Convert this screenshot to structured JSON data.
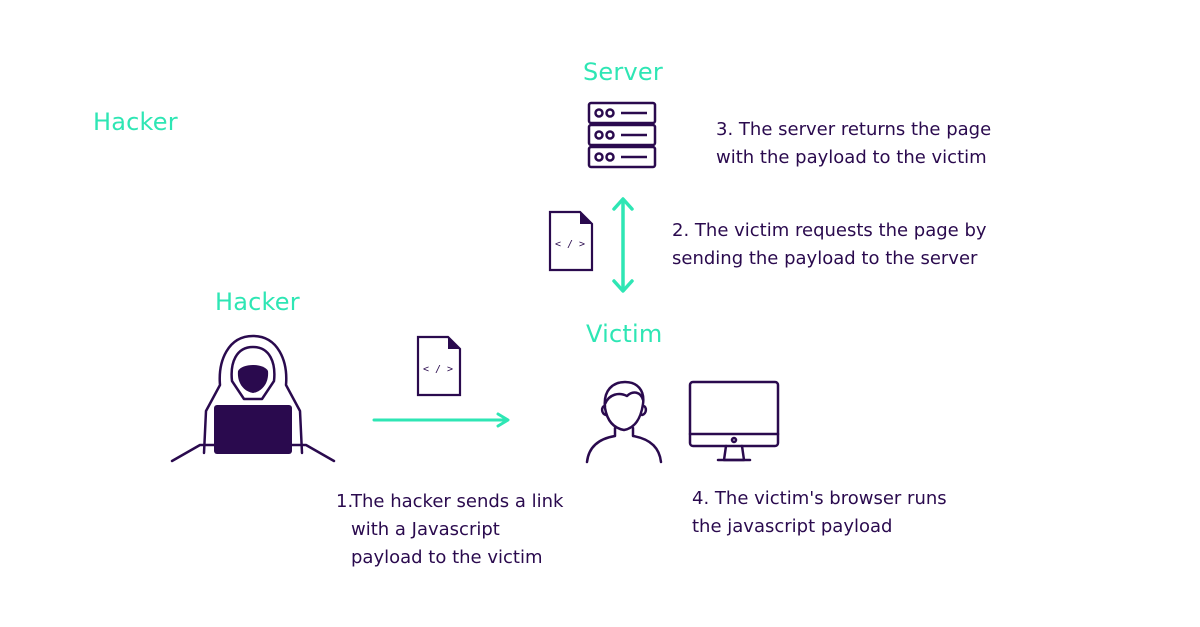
{
  "colors": {
    "accent": "#2ee6b4",
    "ink": "#2a0a4e",
    "background": "#ffffff"
  },
  "labels": {
    "hacker_top": "Hacker",
    "server": "Server",
    "hacker": "Hacker",
    "victim": "Victim"
  },
  "steps": [
    {
      "number": "1.",
      "lines": [
        "The hacker sends a link",
        "with a Javascript",
        "payload to the victim"
      ]
    },
    {
      "number": "2.",
      "lines": [
        "The victim requests the page by",
        "sending the payload to the server"
      ]
    },
    {
      "number": "3.",
      "lines": [
        "The server returns the page",
        "with the payload to the victim"
      ]
    },
    {
      "number": "4.",
      "lines": [
        "The victim's browser runs",
        "the javascript payload"
      ]
    }
  ],
  "icons": {
    "server": "server-rack-icon",
    "file_upper": "code-file-icon",
    "file_lower": "code-file-icon",
    "hacker": "hooded-hacker-laptop-icon",
    "victim": "person-icon",
    "monitor": "desktop-monitor-icon",
    "arrow_vertical": "double-arrow-icon",
    "arrow_horizontal": "arrow-right-icon"
  },
  "file_glyph": "< / >"
}
